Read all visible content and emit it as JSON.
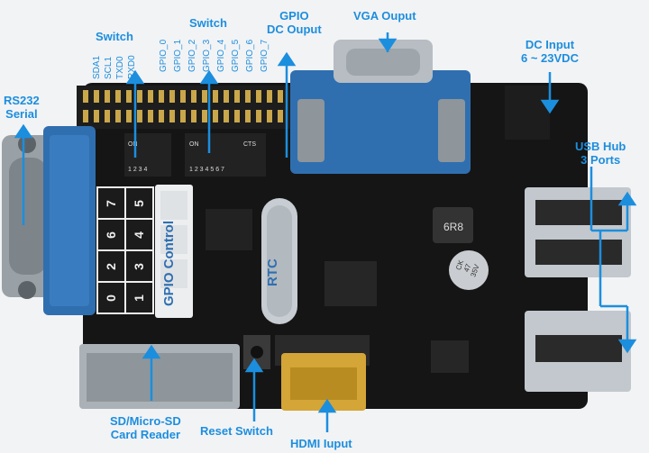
{
  "labels": {
    "rs232": "RS232\nSerial",
    "switch_left": "Switch",
    "switch_right": "Switch",
    "gpio_dc": "GPIO\nDC Ouput",
    "vga": "VGA Ouput",
    "dc_input": "DC Input\n6 ~ 23VDC",
    "usb_hub": "USB Hub\n3 Ports",
    "sd_reader": "SD/Micro-SD\nCard Reader",
    "reset": "Reset Switch",
    "hdmi": "HDMI Iuput"
  },
  "switch_left_pins": [
    "SDA1",
    "SCL1",
    "TXD0",
    "RXD0"
  ],
  "switch_right_pins": [
    "GPIO_0",
    "GPIO_1",
    "GPIO_2",
    "GPIO_3",
    "GPIO_4",
    "GPIO_5",
    "GPIO_6",
    "GPIO_7"
  ],
  "board": {
    "gpio_control": "GPIO Control",
    "rtc": "RTC",
    "inductor": "6R8",
    "capacitor": "CK\n47\n35V",
    "keypad": [
      "7",
      "5",
      "6",
      "4",
      "2",
      "3",
      "0",
      "1"
    ],
    "dip_left_marks": "1 2 3 4",
    "dip_right_marks": "1 2 3 4 5 6 7",
    "dip_on": "ON",
    "dip_cts": "CTS"
  },
  "colors": {
    "annotation": "#1c8ede",
    "pcb": "#141414",
    "connector_blue": "#2f6fb0"
  }
}
